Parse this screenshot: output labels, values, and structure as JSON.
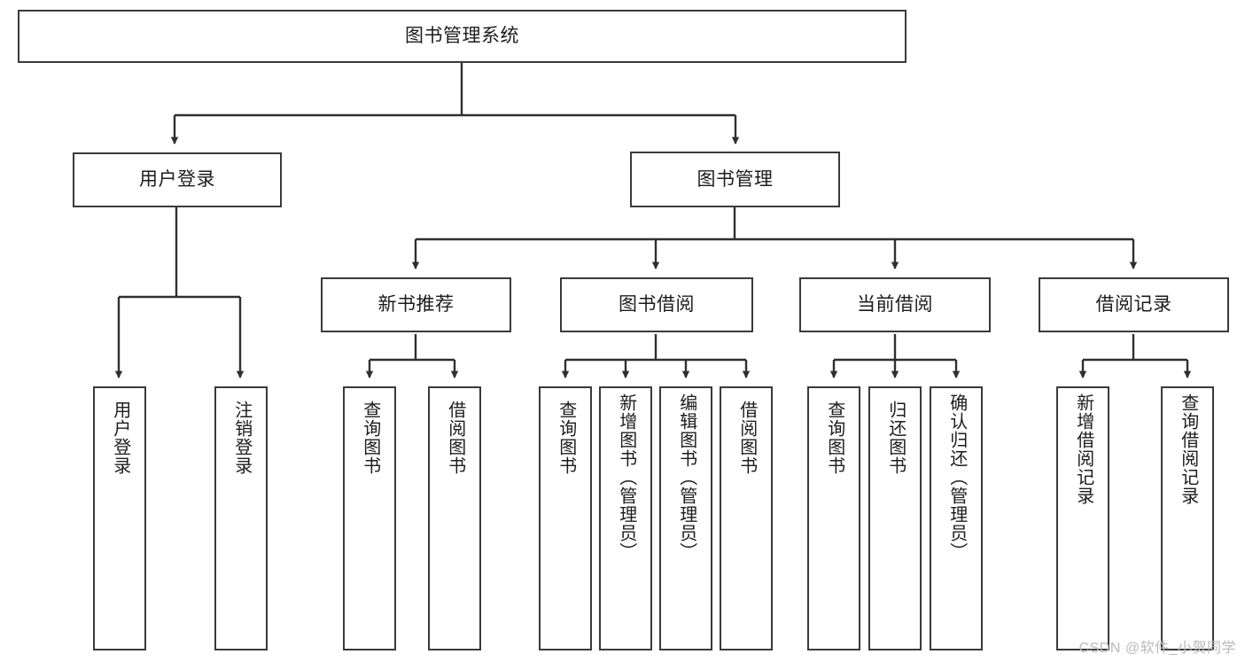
{
  "diagram": {
    "title": "图书管理系统",
    "type": "functional-structure-tree",
    "watermark": "CSDN @软件_小贺同学",
    "colors": {
      "box_border": "#3a3a3a",
      "box_fill": "#ffffff",
      "edge": "#2f2f2f",
      "text": "#1c1c1c",
      "watermark": "#b9b9b9"
    },
    "root": {
      "label": "图书管理系统"
    },
    "level2": [
      {
        "label": "用户登录"
      },
      {
        "label": "图书管理"
      }
    ],
    "level3": [
      {
        "label": "新书推荐",
        "parent": "图书管理"
      },
      {
        "label": "图书借阅",
        "parent": "图书管理"
      },
      {
        "label": "当前借阅",
        "parent": "图书管理"
      },
      {
        "label": "借阅记录",
        "parent": "图书管理"
      }
    ],
    "leaves": {
      "user_login": [
        {
          "label": "用户登录"
        },
        {
          "label": "注销登录"
        }
      ],
      "new_book_recommend": [
        {
          "label": "查询图书"
        },
        {
          "label": "借阅图书"
        }
      ],
      "book_borrow": [
        {
          "label": "查询图书"
        },
        {
          "label": "新增图书（管理员）"
        },
        {
          "label": "编辑图书（管理员）"
        },
        {
          "label": "借阅图书"
        }
      ],
      "current_borrow": [
        {
          "label": "查询图书"
        },
        {
          "label": "归还图书"
        },
        {
          "label": "确认归还（管理员）"
        }
      ],
      "borrow_record": [
        {
          "label": "新增借阅记录"
        },
        {
          "label": "查询借阅记录"
        }
      ]
    }
  }
}
